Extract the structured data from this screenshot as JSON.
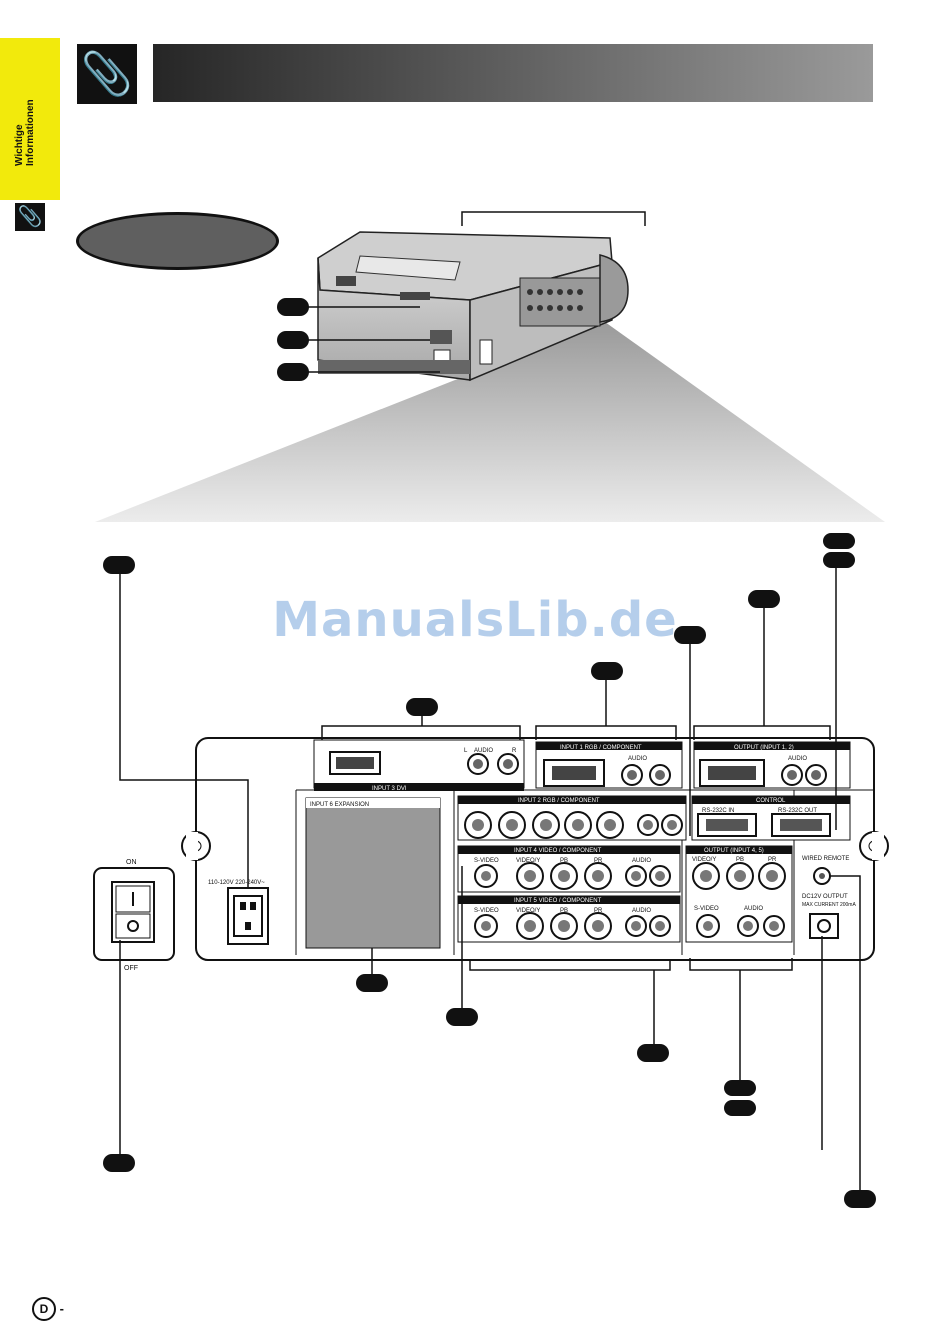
{
  "side_tab": {
    "text_line1": "Wichtige",
    "text_line2": "Informationen",
    "icon": "paperclip-icon"
  },
  "header_icon": "paperclip-icon",
  "watermark": "ManualsLib.de",
  "footer": {
    "circle_letter": "D",
    "suffix": "-"
  },
  "panel": {
    "input3": "INPUT 3   DVI",
    "input6": "INPUT 6   EXPANSION",
    "input1": "INPUT 1   RGB / COMPONENT",
    "input2": "INPUT 2   RGB / COMPONENT",
    "input4": "INPUT 4   VIDEO / COMPONENT",
    "input5": "INPUT 5   VIDEO / COMPONENT",
    "output12": "OUTPUT (INPUT 1, 2)",
    "output45": "OUTPUT (INPUT 4, 5)",
    "control": "CONTROL",
    "rs232_in": "RS-232C IN",
    "rs232_out": "RS-232C OUT",
    "wired_remote": "WIRED REMOTE",
    "dc12v": "DC12V OUTPUT",
    "dc_max": "MAX CURRENT 200mA",
    "audio": "AUDIO",
    "l": "L",
    "r": "R",
    "svideo": "S-VIDEO",
    "videoy": "VIDEO/Y",
    "pb": "PB",
    "pr": "PR",
    "voltage": "110-120V    220-240V~",
    "on": "ON",
    "off": "OFF"
  }
}
